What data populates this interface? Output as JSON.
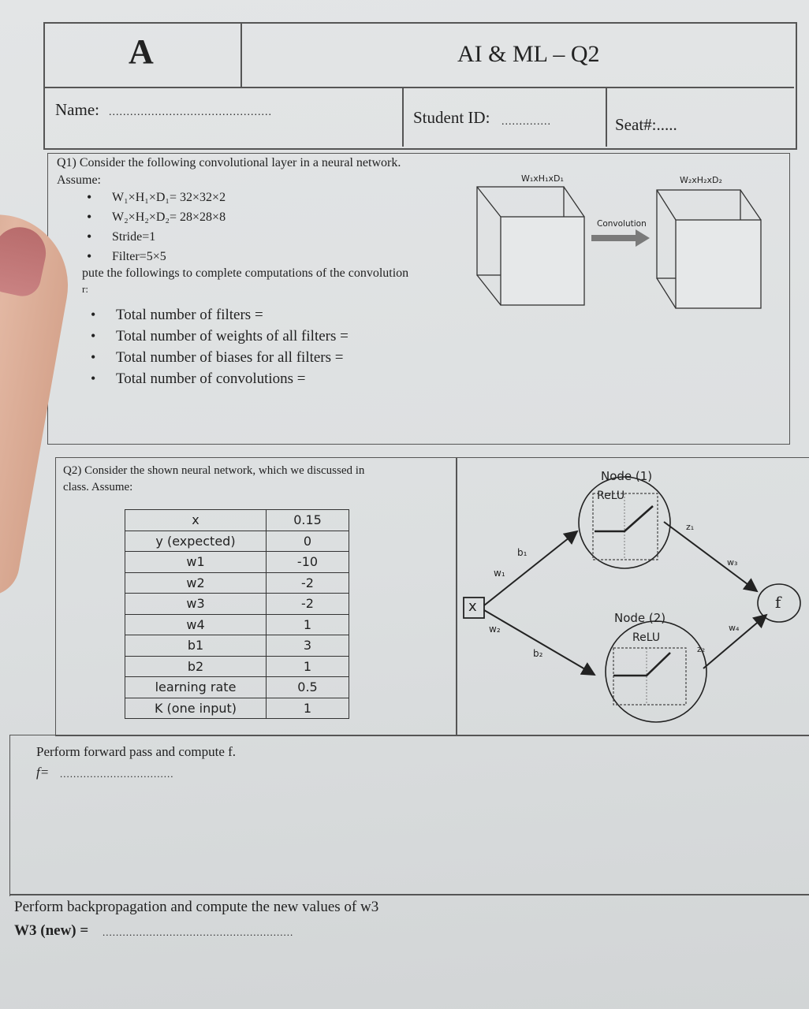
{
  "header": {
    "version": "A",
    "title": "AI & ML – Q2",
    "name_label": "Name:",
    "name_blank": "..............................................",
    "student_id_label": "Student ID:",
    "student_id_blank": "..............",
    "seat_label": "Seat#:....."
  },
  "q1": {
    "intro": "Q1) Consider the following convolutional layer in a neural network.",
    "assume": "Assume:",
    "assumptions": [
      "W₁×H₁×D₁= 32×32×2",
      "W₂×H₂×D₂= 28×28×8",
      "Stride=1",
      "Filter=5×5"
    ],
    "instruction_1": "pute the followings to complete computations of the convolution",
    "instruction_2": "r:",
    "asks": [
      "Total number of filters =",
      "Total number of weights of all filters =",
      "Total number of biases for all filters =",
      "Total number of convolutions ="
    ],
    "diagram": {
      "input_label": "W₁xH₁xD₁",
      "output_label": "W₂xH₂xD₂",
      "arrow_label": "Convolution"
    }
  },
  "q2": {
    "intro_1": "Q2) Consider the shown neural network, which we discussed in",
    "intro_2": "class. Assume:",
    "table": [
      {
        "key": "x",
        "value": "0.15"
      },
      {
        "key": "y (expected)",
        "value": "0"
      },
      {
        "key": "w1",
        "value": "-10"
      },
      {
        "key": "w2",
        "value": "-2"
      },
      {
        "key": "w3",
        "value": "-2"
      },
      {
        "key": "w4",
        "value": "1"
      },
      {
        "key": "b1",
        "value": "3"
      },
      {
        "key": "b2",
        "value": "1"
      },
      {
        "key": "learning rate",
        "value": "0.5"
      },
      {
        "key": "K (one input)",
        "value": "1"
      }
    ],
    "network": {
      "input": "x",
      "node1_label": "Node (1)",
      "node2_label": "Node (2)",
      "activation1": "ReLU",
      "activation2": "ReLU",
      "w1": "w₁",
      "w2": "w₂",
      "w3": "w₃",
      "w4": "w₄",
      "b1": "b₁",
      "b2": "b₂",
      "z1": "z₁",
      "z2": "z₂",
      "output": "f"
    },
    "forward_task": "Perform forward pass and compute f.",
    "f_label": "f=",
    "f_blank": "..................................",
    "backprop_task": "Perform backpropagation and compute the new values of w3",
    "w3_label": "W3 (new) =",
    "w3_blank": "........................................................."
  }
}
